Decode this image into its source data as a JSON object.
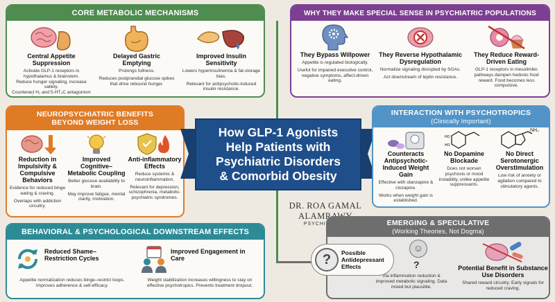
{
  "title": {
    "line1": "How GLP-1 Agonists",
    "line2": "Help Patients with",
    "line3": "Psychiatric Disorders",
    "line4": "& Comorbid Obesity"
  },
  "author": {
    "name_line1": "DR. ROA GAMAL",
    "name_line2": "ALAMRAWY",
    "role": "PSYCHIATRIST"
  },
  "colors": {
    "green": "#4e8c4f",
    "purple": "#7d3f92",
    "orange": "#e07b25",
    "blue": "#5294c7",
    "teal": "#2d8b96",
    "gray": "#6e6e6e",
    "navy": "#1f4f8a"
  },
  "core": {
    "header": "CORE METABOLIC MECHANISMS",
    "items": [
      {
        "title": "Central Appetite Suppression",
        "lines": [
          "Activate GLP-1 receptors in hypothalamus & brainstem.",
          "Reduce hunger signaling, increase satiety.",
          "Counteract H₁ and 5-HT₂C antagonism from psychotropics."
        ]
      },
      {
        "title": "Delayed Gastric Emptying",
        "lines": [
          "Prolongs fullness.",
          "Reduces postprandial glucose spikes that drive rebound hunger."
        ]
      },
      {
        "title": "Improved Insulin Sensitivity",
        "lines": [
          "Lowers hyperinsulinemia & fat-storage bias.",
          "Relevant for antipsychotic-induced insulin resistance."
        ]
      }
    ]
  },
  "why": {
    "header": "WHY THEY MAKE SPECIAL SENSE IN PSYCHIATRIC POPULATIONS",
    "items": [
      {
        "title": "They Bypass Willpower",
        "lines": [
          "Appetite is regulated biologically.",
          "Useful for impaired executive control, negative symptoms, affect-driven eating."
        ]
      },
      {
        "title": "They Reverse Hypothalamic Dysregulation",
        "lines": [
          "Normalize signaling disrupted by SGAs.",
          "Act downstream of leptin resistance."
        ]
      },
      {
        "title": "They Reduce Reward-Driven Eating",
        "lines": [
          "GLP-1 receptors in mesolimbic pathways dampen hedonic food reward. Food becomes less compulsive."
        ]
      }
    ]
  },
  "neuro": {
    "header_line1": "NEUROPSYCHIATRIC BENEFITS",
    "header_line2": "BEYOND WEIGHT LOSS",
    "items": [
      {
        "title": "Reduction in Impulsivity & Compulsive Behaviors",
        "lines": [
          "Evidence for reduced binge eating & craving.",
          "Overlaps with addiction circuitry."
        ]
      },
      {
        "title": "Improved Cognitive–Metabolic Coupling",
        "lines": [
          "Better glucose availability to brain.",
          "May improve fatigue, mental clarity, motivation."
        ]
      },
      {
        "title": "Anti-inflammatory Effects",
        "lines": [
          "Reduce systemic & neuroinflammation.",
          "Relevant for depression, schizophrenia, metabolic-psychiatric syndromes."
        ]
      }
    ]
  },
  "interaction": {
    "header": "INTERACTION WITH PSYCHOTROPICS",
    "subheader": "(Clinically Important)",
    "items": [
      {
        "title": "Counteracts Antipsychotic-Induced Weight Gain",
        "lines": [
          "Effective with olanzapine & clozapine.",
          "Works when weight gain is established."
        ]
      },
      {
        "title": "No Dopamine Blockade",
        "lines": [
          "Does not worsen psychosis or mood instability, unlike appetite suppressants."
        ]
      },
      {
        "title": "No Direct Serotonergic Overstimulation",
        "lines": [
          "Low risk of anxiety or agitation compared to stimulatory agents."
        ]
      }
    ],
    "nh2_label": "NH₂"
  },
  "behavioral": {
    "header": "BEHAVIORAL & PSYCHOLOGICAL DOWNSTREAM EFFECTS",
    "items": [
      {
        "title": "Reduced Shame–Restriction Cycles",
        "lines": [
          "Appetite normalization reduces binge–restrict loops. Improves adherence & self-efficacy."
        ]
      },
      {
        "title": "Improved Engagement in Care",
        "lines": [
          "Weight stabilization increases willingness to stay on effective psychotropics. Prevents treatment dropout."
        ]
      }
    ]
  },
  "emerging": {
    "header": "EMERGING & SPECULATIVE",
    "subheader": "(Working Theories, Not Dogma)",
    "items": [
      {
        "title": "Possible Antidepressant Effects",
        "lines": [
          "Via inflammation reduction & improved metabolic signaling. Data mixed but plausible."
        ]
      },
      {
        "title": "Potential Benefit in Substance Use Disorders",
        "lines": [
          "Shared reward circuitry. Early signals for reduced craving."
        ]
      }
    ],
    "q1": "?",
    "q2": "?"
  }
}
